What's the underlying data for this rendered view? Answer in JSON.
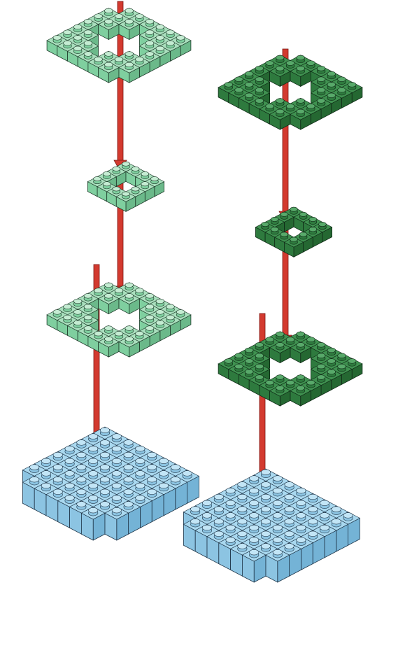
{
  "diagram": {
    "colors": {
      "light_green": {
        "top": "#a9dfbd",
        "left": "#7fcf9f",
        "right": "#6bb98a",
        "stroke": "#1e3a2a",
        "stud": "#c4ecd2"
      },
      "dark_green": {
        "top": "#3f9150",
        "left": "#2e7a3e",
        "right": "#256832",
        "stroke": "#0f2a16",
        "stud": "#58a96a"
      },
      "blue": {
        "top": "#a9d8ef",
        "left": "#8cc4e2",
        "right": "#74b3d6",
        "stroke": "#1d3346",
        "stud": "#c2e5f6"
      },
      "arrow": "#d33a2f"
    },
    "layers": [
      {
        "id": "light-green-large-ring",
        "color": "light_green",
        "shape": "ring-large"
      },
      {
        "id": "light-green-small-ring",
        "color": "light_green",
        "shape": "ring-small"
      },
      {
        "id": "light-green-base-ring",
        "color": "light_green",
        "shape": "ring-large"
      },
      {
        "id": "dark-green-large-ring",
        "color": "dark_green",
        "shape": "ring-large"
      },
      {
        "id": "dark-green-small-ring",
        "color": "dark_green",
        "shape": "ring-small"
      },
      {
        "id": "dark-green-base-ring",
        "color": "dark_green",
        "shape": "ring-large"
      },
      {
        "id": "blue-base-left",
        "color": "blue",
        "shape": "base"
      },
      {
        "id": "blue-base-right",
        "color": "blue",
        "shape": "base"
      }
    ],
    "arrows": [
      {
        "id": "arrow-left-top",
        "direction": "down"
      },
      {
        "id": "arrow-left-mid",
        "direction": "down"
      },
      {
        "id": "arrow-left-bottom",
        "direction": "down"
      },
      {
        "id": "arrow-right-top",
        "direction": "down"
      },
      {
        "id": "arrow-right-mid",
        "direction": "down"
      },
      {
        "id": "arrow-right-bottom",
        "direction": "down"
      }
    ]
  }
}
